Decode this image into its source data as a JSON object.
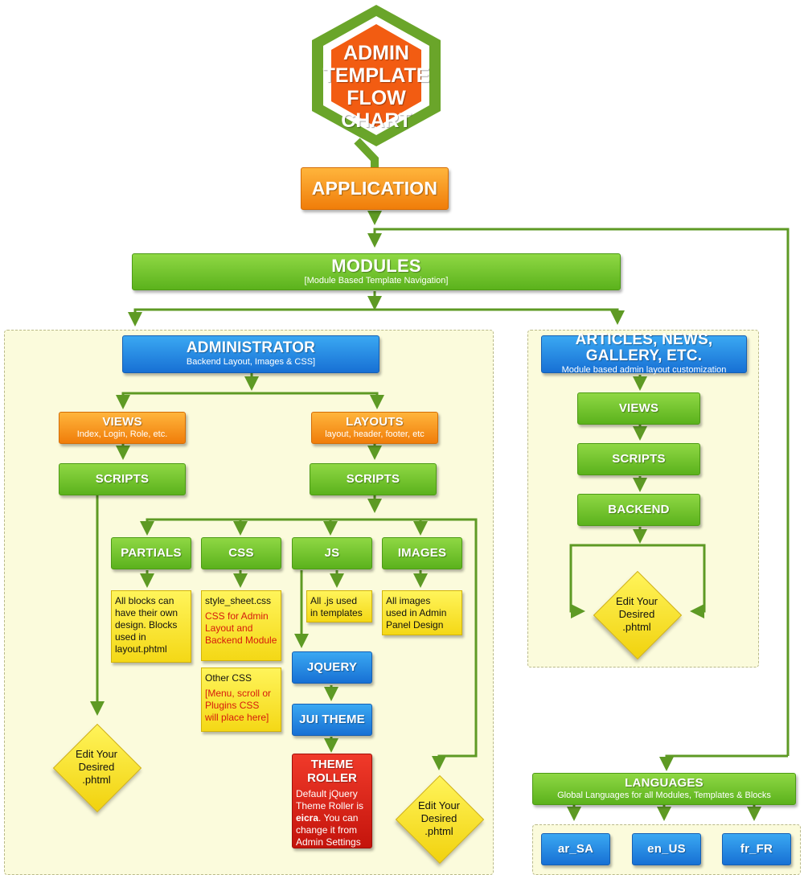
{
  "logo": {
    "line1": "ADMIN",
    "line2": "TEMPLATE",
    "line3": "FLOW CHART"
  },
  "application": {
    "title": "APPLICATION"
  },
  "modules": {
    "title": "MODULES",
    "subtitle": "[Module Based Template Navigation]"
  },
  "administrator": {
    "title": "ADMINISTRATOR",
    "subtitle": "Backend Layout, Images & CSS]"
  },
  "views_admin": {
    "title": "VIEWS",
    "subtitle": "Index, Login, Role, etc."
  },
  "layouts": {
    "title": "LAYOUTS",
    "subtitle": "layout, header, footer, etc"
  },
  "scripts_left": {
    "title": "SCRIPTS"
  },
  "scripts_right": {
    "title": "SCRIPTS"
  },
  "partials": {
    "title": "PARTIALS",
    "note": [
      "All blocks can",
      "have their own",
      "design. Blocks",
      "used in",
      "layout.phtml"
    ]
  },
  "css": {
    "title": "CSS",
    "note_line1": "style_sheet.css",
    "note_red": [
      "CSS for Admin",
      "Layout and",
      "Backend Module"
    ],
    "note2_line1": "Other CSS",
    "note2_red": [
      "[Menu, scroll or",
      "Plugins CSS",
      "will place here]"
    ]
  },
  "js": {
    "title": "JS",
    "note": [
      "All .js used",
      "in templates"
    ]
  },
  "images": {
    "title": "IMAGES",
    "note": [
      "All images",
      "used in Admin",
      "Panel Design"
    ]
  },
  "jquery": {
    "title": "JQUERY"
  },
  "jui_theme": {
    "title": "JUI THEME"
  },
  "theme_roller": {
    "title": "THEME ROLLER",
    "text_a": "Default jQuery Theme Roller is ",
    "text_bold": "eicra",
    "text_b": ". You can change it from Admin Settings"
  },
  "edit_left": {
    "line1": "Edit Your",
    "line2": "Desired",
    "line3": ".phtml"
  },
  "edit_mid": {
    "line1": "Edit Your",
    "line2": "Desired",
    "line3": ".phtml"
  },
  "edit_right": {
    "line1": "Edit Your",
    "line2": "Desired",
    "line3": ".phtml"
  },
  "articles": {
    "title": "ARTICLES, NEWS, GALLERY, ETC.",
    "subtitle": "Module based admin layout customization"
  },
  "views_mod": {
    "title": "VIEWS"
  },
  "scripts_mod": {
    "title": "SCRIPTS"
  },
  "backend": {
    "title": "BACKEND"
  },
  "languages": {
    "title": "LANGUAGES",
    "subtitle": "Global Languages for all Modules, Templates & Blocks",
    "items": [
      "ar_SA",
      "en_US",
      "fr_FR"
    ]
  },
  "colors": {
    "green": "#6bbf2a",
    "blue": "#2a8fe6",
    "orange": "#f7931e",
    "red": "#d81e14",
    "yellow": "#f7e234",
    "line": "#6aa52a"
  }
}
